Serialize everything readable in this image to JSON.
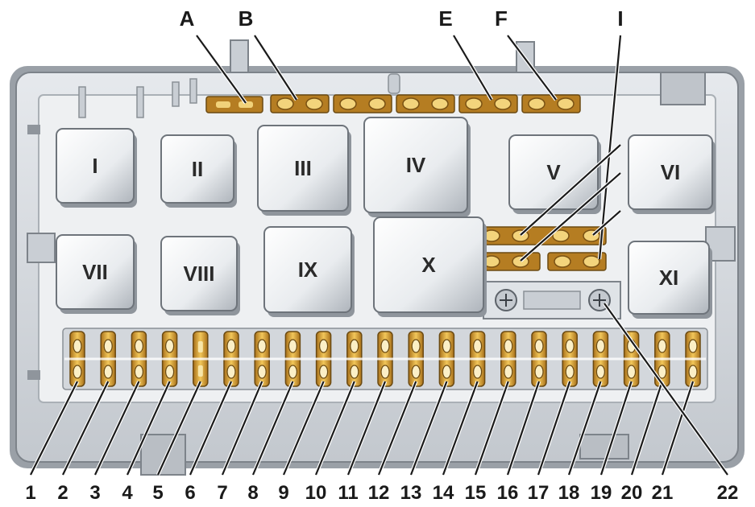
{
  "relays": [
    "I",
    "II",
    "III",
    "IV",
    "V",
    "VI",
    "VII",
    "VIII",
    "IX",
    "X",
    "XI"
  ],
  "top_callouts": [
    "A",
    "B",
    "E",
    "F",
    "I"
  ],
  "fuse_numbers": [
    "1",
    "2",
    "3",
    "4",
    "5",
    "6",
    "7",
    "8",
    "9",
    "10",
    "11",
    "12",
    "13",
    "14",
    "15",
    "16",
    "17",
    "18",
    "19",
    "20",
    "21",
    "22"
  ],
  "colors": {
    "housing": "#d9dde2",
    "housing_dark": "#8f959c",
    "fuse_amber": "#e8b23a",
    "fuse_body": "#c98a1e",
    "relay": "#eef0f3",
    "label": "#1a1a1a"
  }
}
